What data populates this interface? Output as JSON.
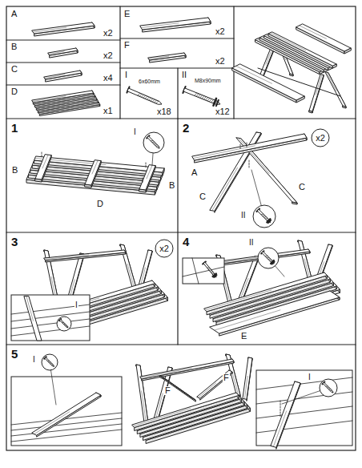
{
  "diagram": {
    "labels": [
      "A",
      "x2",
      "B",
      "x2",
      "C",
      "x4",
      "D",
      "x1",
      "E",
      "x2",
      "F",
      "x2",
      "I",
      "x18",
      "II",
      "x12",
      "6x60mm",
      "M8x90mm",
      "1",
      "B",
      "B",
      "D",
      "I",
      "2",
      "x2",
      "A",
      "C",
      "C",
      "II",
      "3",
      "x2",
      "I",
      "4",
      "II",
      "E",
      "5",
      "F",
      "F",
      "I",
      "I"
    ]
  }
}
